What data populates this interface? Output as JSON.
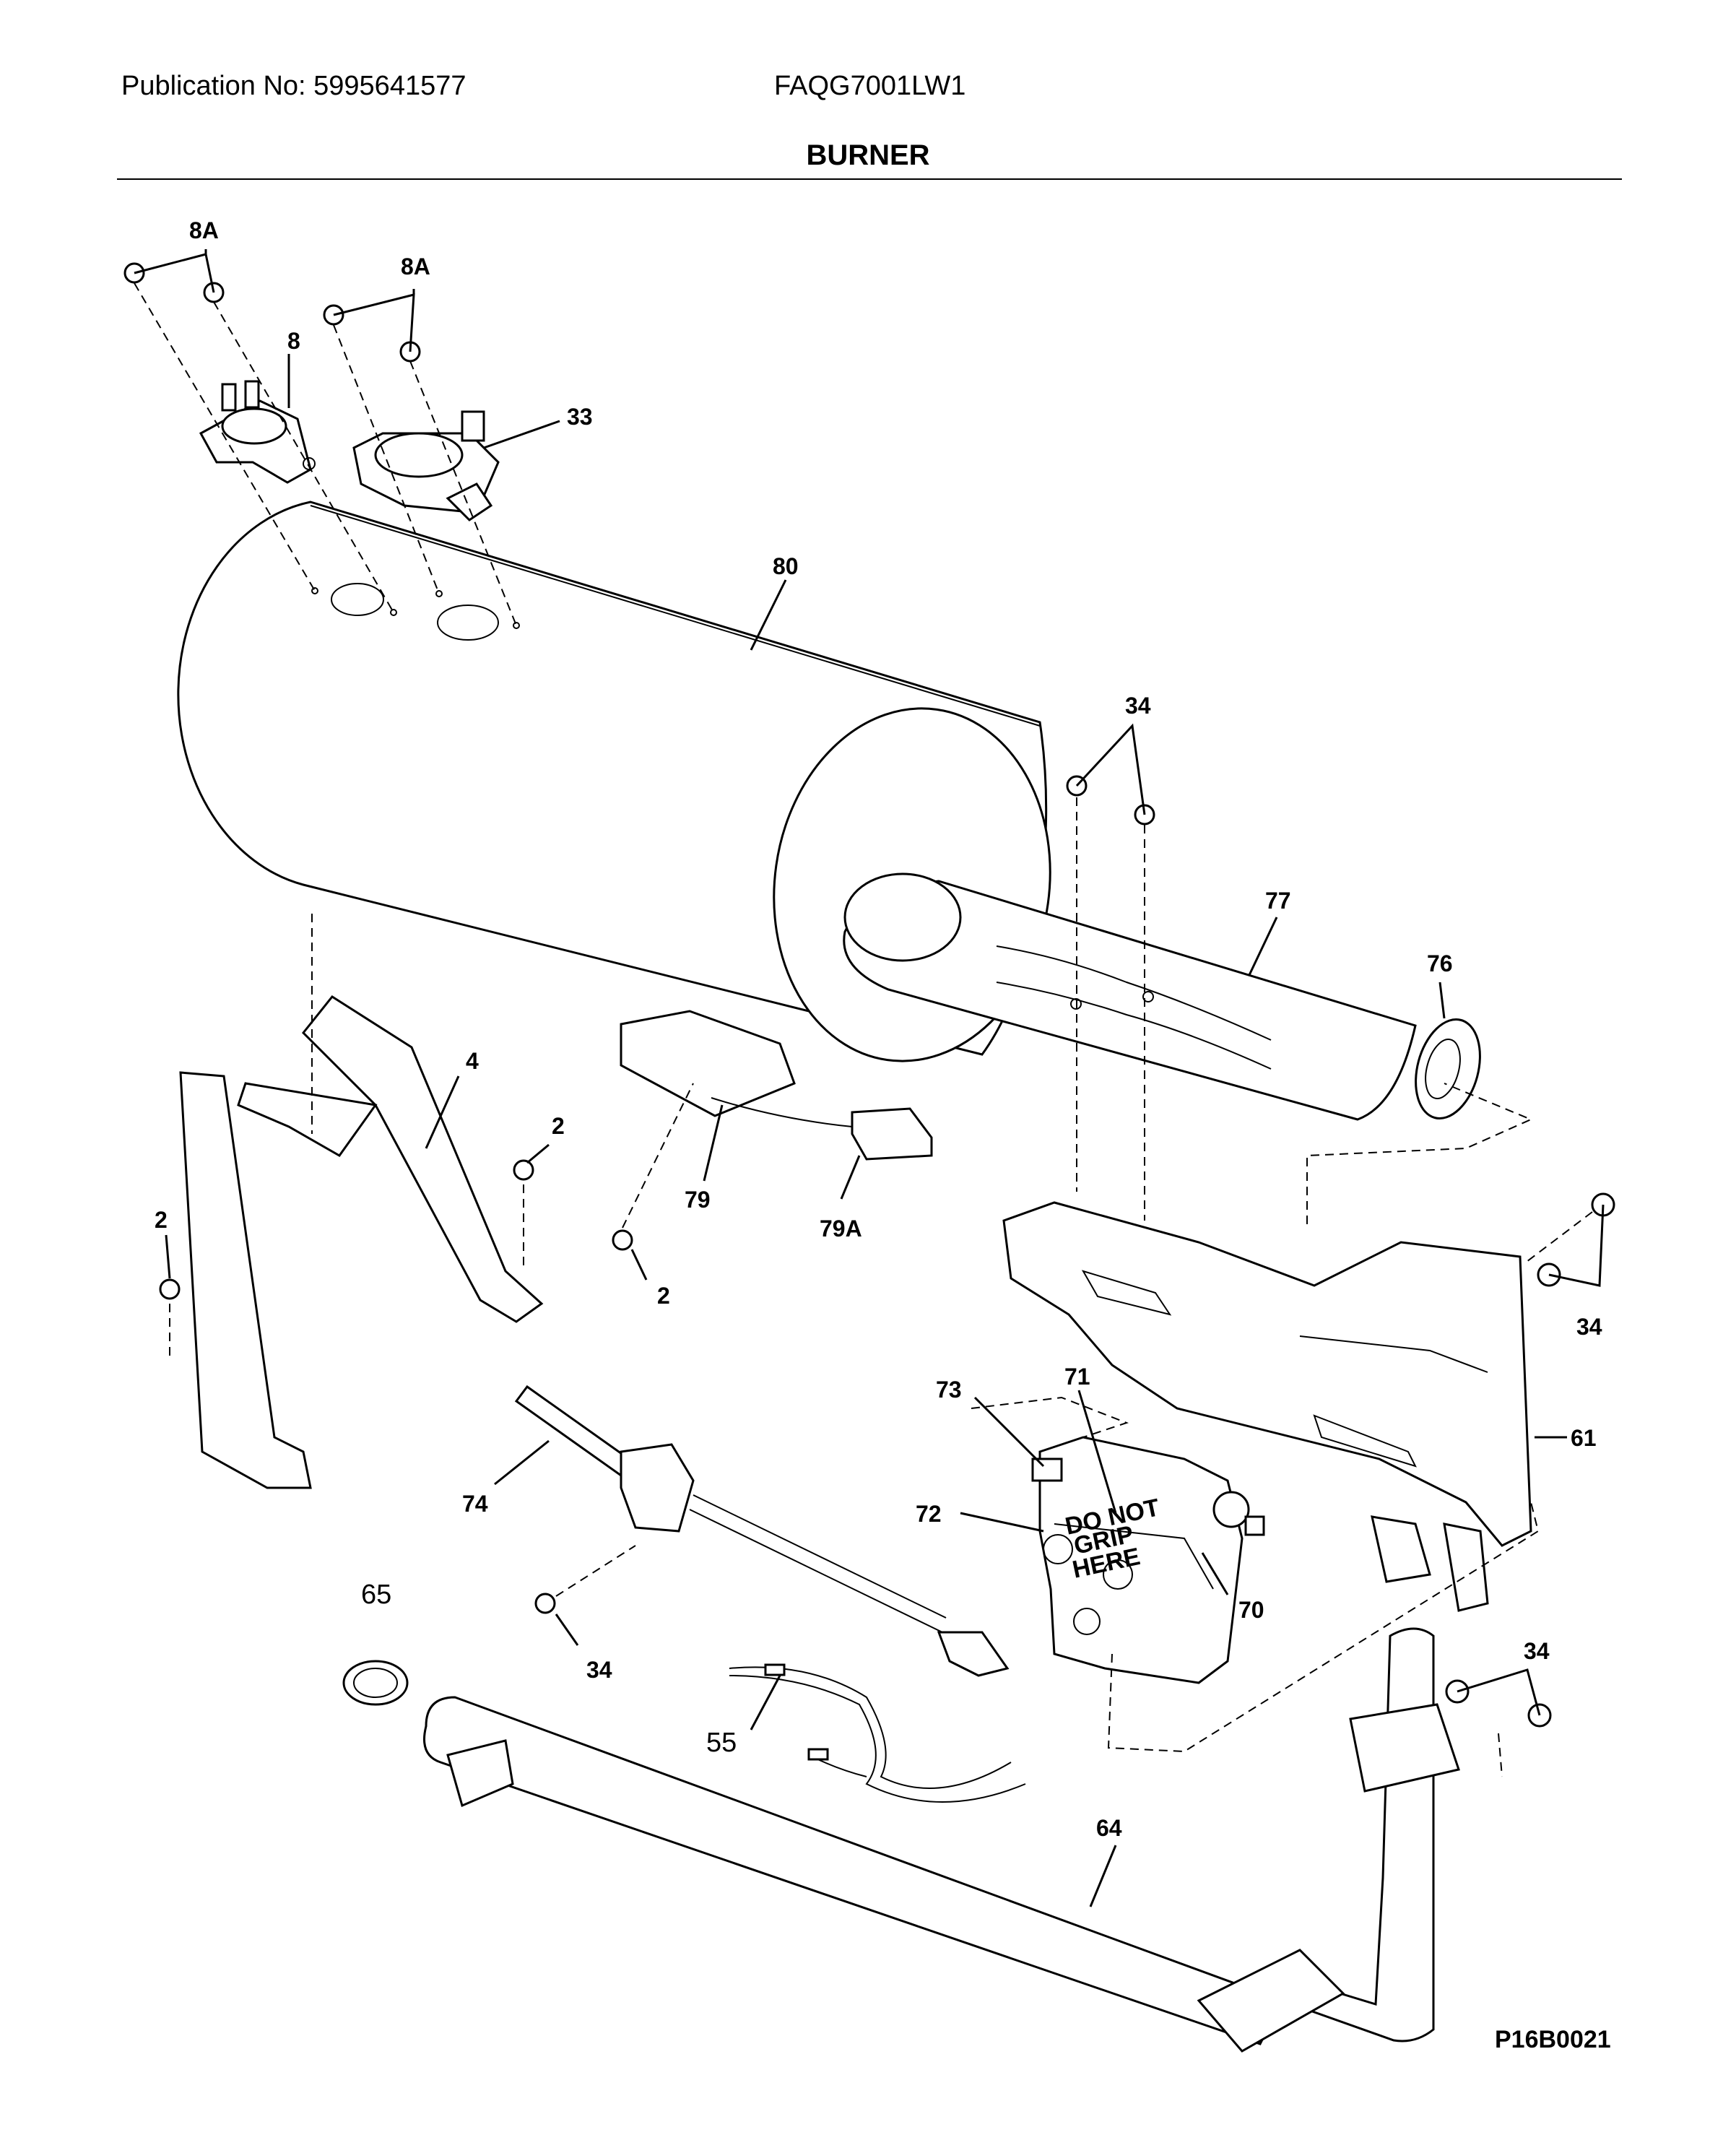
{
  "header": {
    "publication": "Publication No: 5995641577",
    "model": "FAQG7001LW1",
    "section_title": "BURNER"
  },
  "reference_code": "P16B0021",
  "callouts": [
    {
      "id": "label-8A-left",
      "text": "8A"
    },
    {
      "id": "label-8A-right",
      "text": "8A"
    },
    {
      "id": "label-8",
      "text": "8"
    },
    {
      "id": "label-33",
      "text": "33"
    },
    {
      "id": "label-80",
      "text": "80"
    },
    {
      "id": "label-34-top",
      "text": "34"
    },
    {
      "id": "label-77",
      "text": "77"
    },
    {
      "id": "label-76",
      "text": "76"
    },
    {
      "id": "label-4",
      "text": "4"
    },
    {
      "id": "label-2-mid",
      "text": "2"
    },
    {
      "id": "label-2-left",
      "text": "2"
    },
    {
      "id": "label-79",
      "text": "79"
    },
    {
      "id": "label-79A",
      "text": "79A"
    },
    {
      "id": "label-2-bottom",
      "text": "2"
    },
    {
      "id": "label-34-right",
      "text": "34"
    },
    {
      "id": "label-73",
      "text": "73"
    },
    {
      "id": "label-71",
      "text": "71"
    },
    {
      "id": "label-61",
      "text": "61"
    },
    {
      "id": "label-72",
      "text": "72"
    },
    {
      "id": "label-74",
      "text": "74"
    },
    {
      "id": "label-70",
      "text": "70"
    },
    {
      "id": "label-65",
      "text": "65"
    },
    {
      "id": "label-34-bottom",
      "text": "34"
    },
    {
      "id": "label-34-lower-right",
      "text": "34"
    },
    {
      "id": "label-55",
      "text": "55"
    },
    {
      "id": "label-64",
      "text": "64"
    }
  ],
  "valve_markings": [
    "DO NOT",
    "GRIP",
    "HERE"
  ]
}
